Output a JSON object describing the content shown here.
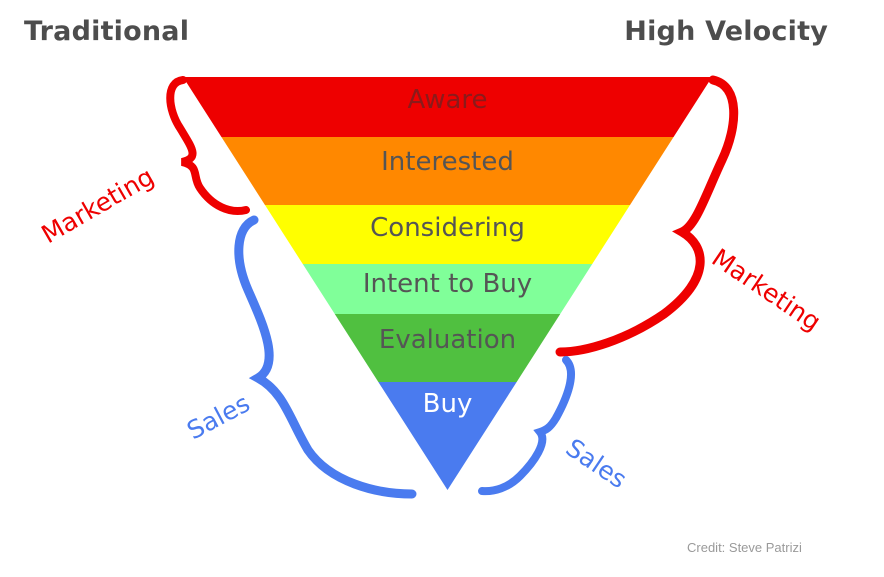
{
  "headings": {
    "left": "Traditional",
    "right": "High Velocity"
  },
  "stages": [
    {
      "label": "Aware",
      "color": "#ee0000",
      "text_color": "#8b1a1a"
    },
    {
      "label": "Interested",
      "color": "#ff8800",
      "text_color": "#555555"
    },
    {
      "label": "Considering",
      "color": "#ffff00",
      "text_color": "#555555"
    },
    {
      "label": "Intent to Buy",
      "color": "#80ff99",
      "text_color": "#555555"
    },
    {
      "label": "Evaluation",
      "color": "#50c040",
      "text_color": "#555555"
    },
    {
      "label": "Buy",
      "color": "#4a7bef",
      "text_color": "#ffffff"
    }
  ],
  "left_braces": {
    "marketing": {
      "label": "Marketing",
      "color": "#ee0000"
    },
    "sales": {
      "label": "Sales",
      "color": "#4a7bef"
    }
  },
  "right_braces": {
    "marketing": {
      "label": "Marketing",
      "color": "#ee0000"
    },
    "sales": {
      "label": "Sales",
      "color": "#4a7bef"
    }
  },
  "credit": "Credit: Steve Patrizi"
}
